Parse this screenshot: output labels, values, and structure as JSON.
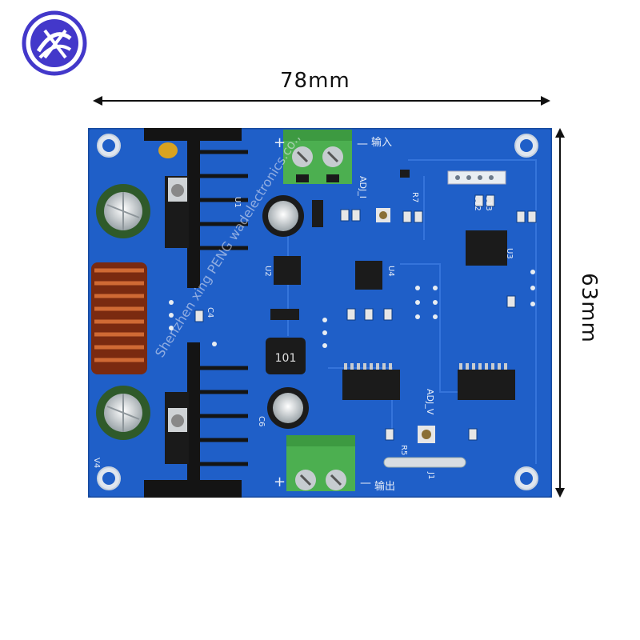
{
  "dimensions": {
    "width_label": "78mm",
    "height_label": "63mm"
  },
  "watermark": "Shenzhen xing PENG wadelectronics.co.,",
  "silkscreen": {
    "input_label": "输入",
    "output_label": "输出",
    "adj_i": "ADJ_I",
    "adj_v": "ADJ_V",
    "plus": "+",
    "minus": "—",
    "plus_out": "+",
    "minus_in": "—",
    "chip_inductor": "101",
    "ref_v4": "V4",
    "ref_u1": "U1",
    "ref_u2": "U2",
    "ref_u3": "U3",
    "ref_u4": "U4",
    "ref_c4": "C4",
    "ref_c6": "C6",
    "ref_j1": "J1",
    "ref_r7": "R7",
    "ref_r5": "R5",
    "ref_c13": "C13",
    "ref_c12": "C12"
  },
  "colors": {
    "pcb": "#1f5fc8",
    "pcb_dark": "#1a4fa8",
    "heatsink": "#1a1a1a",
    "terminal": "#4caf50",
    "copper_coil": "#b5451b",
    "cap_green": "#2f5a2a",
    "logo": "#4338ca"
  }
}
